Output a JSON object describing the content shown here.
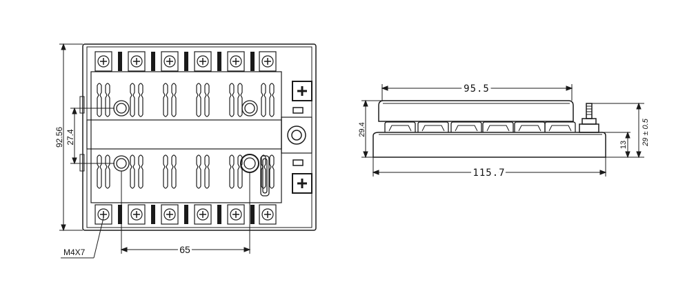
{
  "top_view": {
    "dim_height_total": "92.56",
    "dim_height_inner": "27.4",
    "dim_hole_spacing": "65",
    "screw_callout": "M4X7"
  },
  "side_view": {
    "dim_top_length": "95.5",
    "dim_base_length": "115.7",
    "dim_body_height": "29.4",
    "dim_stud_height": "29 ± 0.5",
    "dim_base_height": "13"
  },
  "colors": {
    "line": "#1a1a1a",
    "background": "#ffffff"
  }
}
